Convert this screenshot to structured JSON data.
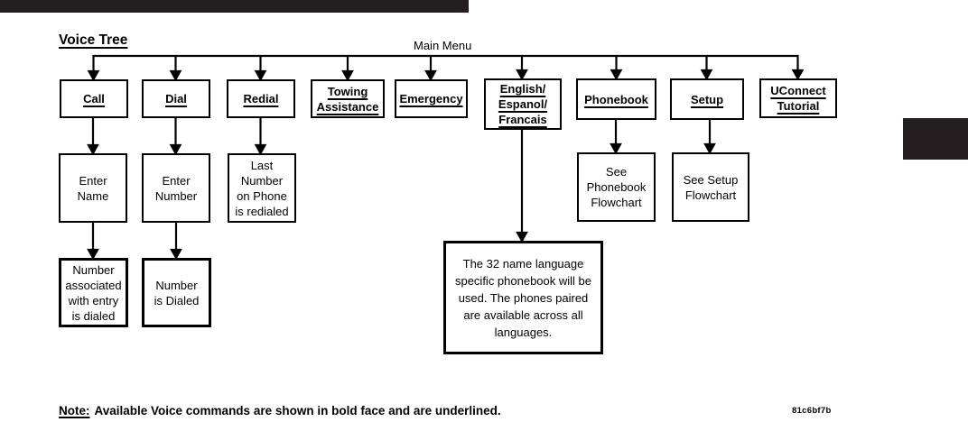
{
  "header": {
    "title": "Voice Tree"
  },
  "colors": {
    "ink": "#000000",
    "bar": "#231f20",
    "background": "#ffffff"
  },
  "tree": {
    "root": "Main Menu",
    "branches": [
      {
        "label": "Call",
        "children": [
          {
            "label": "Enter\nName",
            "children": [
              {
                "label": "Number\nassociated\nwith entry\nis dialed"
              }
            ]
          }
        ]
      },
      {
        "label": "Dial",
        "children": [
          {
            "label": "Enter\nNumber",
            "children": [
              {
                "label": "Number\nis Dialed"
              }
            ]
          }
        ]
      },
      {
        "label": "Redial",
        "children": [
          {
            "label": "Last\nNumber\non Phone\nis redialed"
          }
        ]
      },
      {
        "label": "Towing\nAssistance"
      },
      {
        "label": "Emergency"
      },
      {
        "label": "English/\nEspanol/\nFrancais",
        "children": [
          {
            "label": "The 32 name language\nspecific phonebook will be\nused. The phones paired\nare available across all\nlanguages."
          }
        ]
      },
      {
        "label": "Phonebook",
        "children": [
          {
            "label": "See\nPhonebook\nFlowchart"
          }
        ]
      },
      {
        "label": "Setup",
        "children": [
          {
            "label": "See Setup\nFlowchart"
          }
        ]
      },
      {
        "label": "UConnect\nTutorial"
      }
    ]
  },
  "footer": {
    "note_label": "Note:",
    "note_text": "Available Voice commands are shown in bold face and are underlined.",
    "figure_code": "81c6bf7b"
  }
}
